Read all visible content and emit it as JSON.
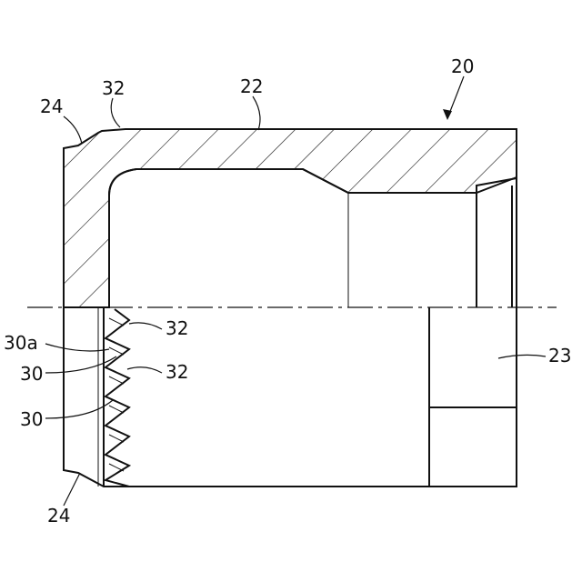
{
  "figure": {
    "labels": {
      "ref_20": "20",
      "ref_22": "22",
      "ref_24_top": "24",
      "ref_32_top": "32",
      "ref_32_a": "32",
      "ref_32_b": "32",
      "ref_30a": "30a",
      "ref_30_a": "30",
      "ref_30_b": "30",
      "ref_23": "23",
      "ref_24_bottom": "24"
    },
    "line_color": "#111111",
    "background": "#ffffff"
  }
}
